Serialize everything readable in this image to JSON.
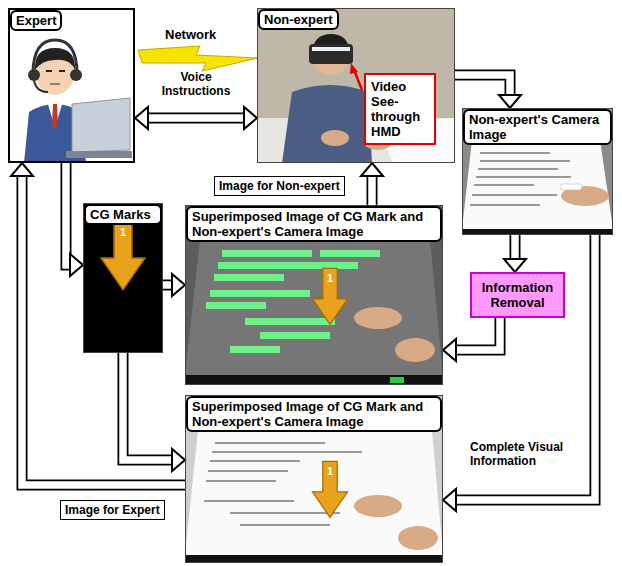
{
  "diagram": {
    "nodes": [
      {
        "text": [
          "Expert"
        ]
      },
      {
        "text": [
          "Non-expert"
        ]
      },
      {
        "text": [
          "Video See-through HMD"
        ],
        "in": 1
      },
      {
        "text": [
          "Non-expert's Camera Image"
        ]
      },
      {
        "text": [
          "CG Marks"
        ]
      },
      {
        "text": [
          "Superimposed Image of CG Mark and Non-expert's Camera Image"
        ]
      },
      {
        "text": [
          "Information Removal"
        ]
      },
      {
        "text": [
          "Superimposed Image of CG Mark and Non-expert's Camera Image"
        ]
      }
    ],
    "edges": [
      {
        "from": 0,
        "to": 1,
        "arrow": "both",
        "label": "Voice Instructions"
      },
      {
        "from": 1,
        "to": 3,
        "arrow": "to"
      },
      {
        "from": 3,
        "to": 6,
        "arrow": "to"
      },
      {
        "from": 6,
        "to": 5,
        "arrow": "to"
      },
      {
        "from": 5,
        "to": 1,
        "arrow": "to",
        "label": "Image for Non-expert"
      },
      {
        "from": 0,
        "to": 4,
        "arrow": "to"
      },
      {
        "from": 4,
        "to": 5,
        "arrow": "to"
      },
      {
        "from": 4,
        "to": 7,
        "arrow": "to"
      },
      {
        "from": 3,
        "to": 7,
        "arrow": "to",
        "label": "Complete Visual Information"
      },
      {
        "from": 7,
        "to": 0,
        "arrow": "to",
        "label": "Image for Expert"
      }
    ],
    "labels": [
      "Network",
      "1",
      "1",
      "1"
    ]
  }
}
